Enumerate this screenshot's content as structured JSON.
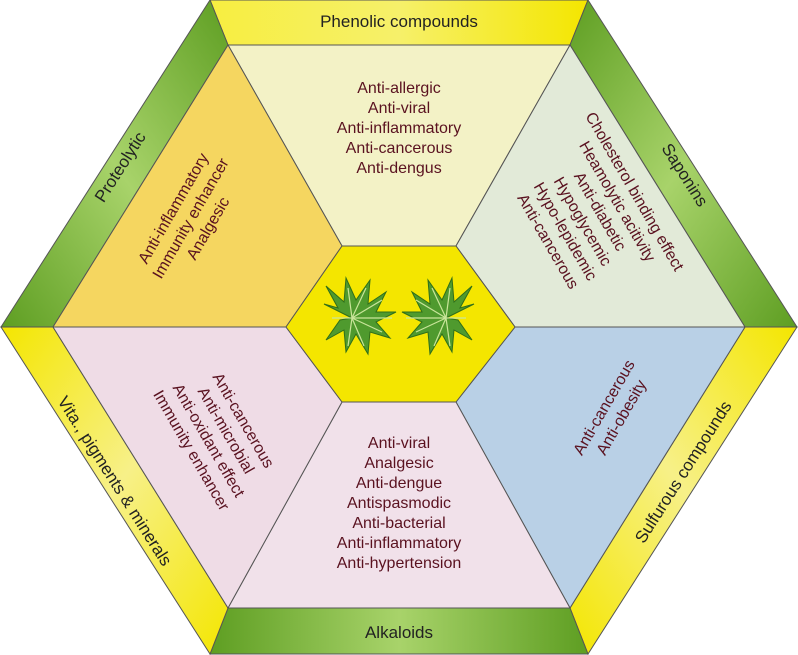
{
  "border_labels": {
    "top": "Phenolic compounds",
    "upper_right": "Saponins",
    "lower_right": "Sulfurous compounds",
    "bottom": "Alkaloids",
    "lower_left": "Vita., pigments & minerals",
    "upper_left": "Proteolytic"
  },
  "sectors": {
    "top": {
      "color": "#f3f2c6",
      "lines": [
        "Anti-allergic",
        "Anti-viral",
        "Anti-inflammatory",
        "Anti-cancerous",
        "Anti-dengus"
      ]
    },
    "upper_right": {
      "color": "#e2ead8",
      "lines": [
        "Cholesterol binding effect",
        "Heamolytic acitivity",
        "Anti-diabetic",
        "Hypoglycemic",
        "Hypo-lepidemic",
        "Anti-cancerous"
      ]
    },
    "lower_right": {
      "color": "#b9d0e6",
      "lines": [
        "Anti-cancerous",
        "Anti-obesity"
      ]
    },
    "bottom": {
      "color": "#f1e1ea",
      "lines": [
        "Anti-viral",
        "Analgesic",
        "Anti-dengue",
        "Antispasmodic",
        "Anti-bacterial",
        "Anti-inflammatory",
        "Anti-hypertension"
      ]
    },
    "lower_left": {
      "color": "#efdce6",
      "lines": [
        "Anti-cancerous",
        "Anti-microbial",
        "Anti-oxidant effect",
        "Immunity enhancer"
      ]
    },
    "upper_left": {
      "color": "#f5d660",
      "lines": [
        "Anti-inflammatory",
        "Immunity enhancer",
        "Analgesic"
      ]
    }
  },
  "center_image": {
    "icon": "papaya-leaf-icon",
    "background_color": "#f4e600"
  },
  "colors": {
    "frame_yellow": "#f4e600",
    "frame_green": "#6fae2a",
    "text": "#5a1220"
  }
}
